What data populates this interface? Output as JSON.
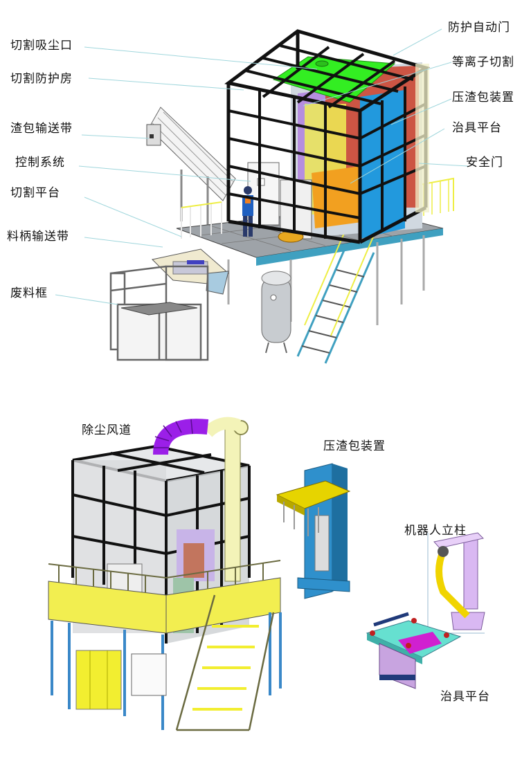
{
  "diagram_top": {
    "title": "",
    "callouts_left": [
      {
        "id": "dust-suction-port",
        "label": "切割吸尘口"
      },
      {
        "id": "cutting-enclosure",
        "label": "切割防护房"
      },
      {
        "id": "slag-bag-conveyor",
        "label": "渣包输送带"
      },
      {
        "id": "control-system",
        "label": "控制系统"
      },
      {
        "id": "cutting-platform",
        "label": "切割平台"
      },
      {
        "id": "handle-conveyor",
        "label": "料柄输送带"
      },
      {
        "id": "scrap-bin",
        "label": "废料框"
      }
    ],
    "callouts_right": [
      {
        "id": "auto-protective-door",
        "label": "防护自动门"
      },
      {
        "id": "plasma-cutting",
        "label": "等离子切割"
      },
      {
        "id": "slag-press-device",
        "label": "压渣包装置"
      },
      {
        "id": "fixture-platform",
        "label": "治具平台"
      },
      {
        "id": "safety-door",
        "label": "安全门"
      }
    ],
    "colors": {
      "frame": "#111111",
      "hood": "#33ee22",
      "rear_panel": "#cc5544",
      "side_panel": "#2299dd",
      "purple_panel": "#b58ee0",
      "railing": "#eeee44",
      "stairs": "#3fa0c0",
      "leader_line": "#9fd6dc"
    }
  },
  "diagram_bottom": {
    "callouts": [
      {
        "id": "dust-duct",
        "label": "除尘风道"
      },
      {
        "id": "slag-press-device",
        "label": "压渣包装置"
      },
      {
        "id": "robot-column",
        "label": "机器人立柱"
      },
      {
        "id": "fixture-platform",
        "label": "治具平台"
      }
    ],
    "colors": {
      "duct_purple": "#9b1fe8",
      "duct_cream": "#f3f3b8",
      "apron_yellow": "#f2ee50",
      "legs_blue": "#3a88c8",
      "press_blue": "#2f90cc",
      "press_yellow": "#e6d400",
      "robot_yellow": "#f0d400",
      "column_lilac": "#d9b8f2",
      "fixture_cyan": "#66e0d0",
      "fixture_magenta": "#d020d0"
    }
  }
}
